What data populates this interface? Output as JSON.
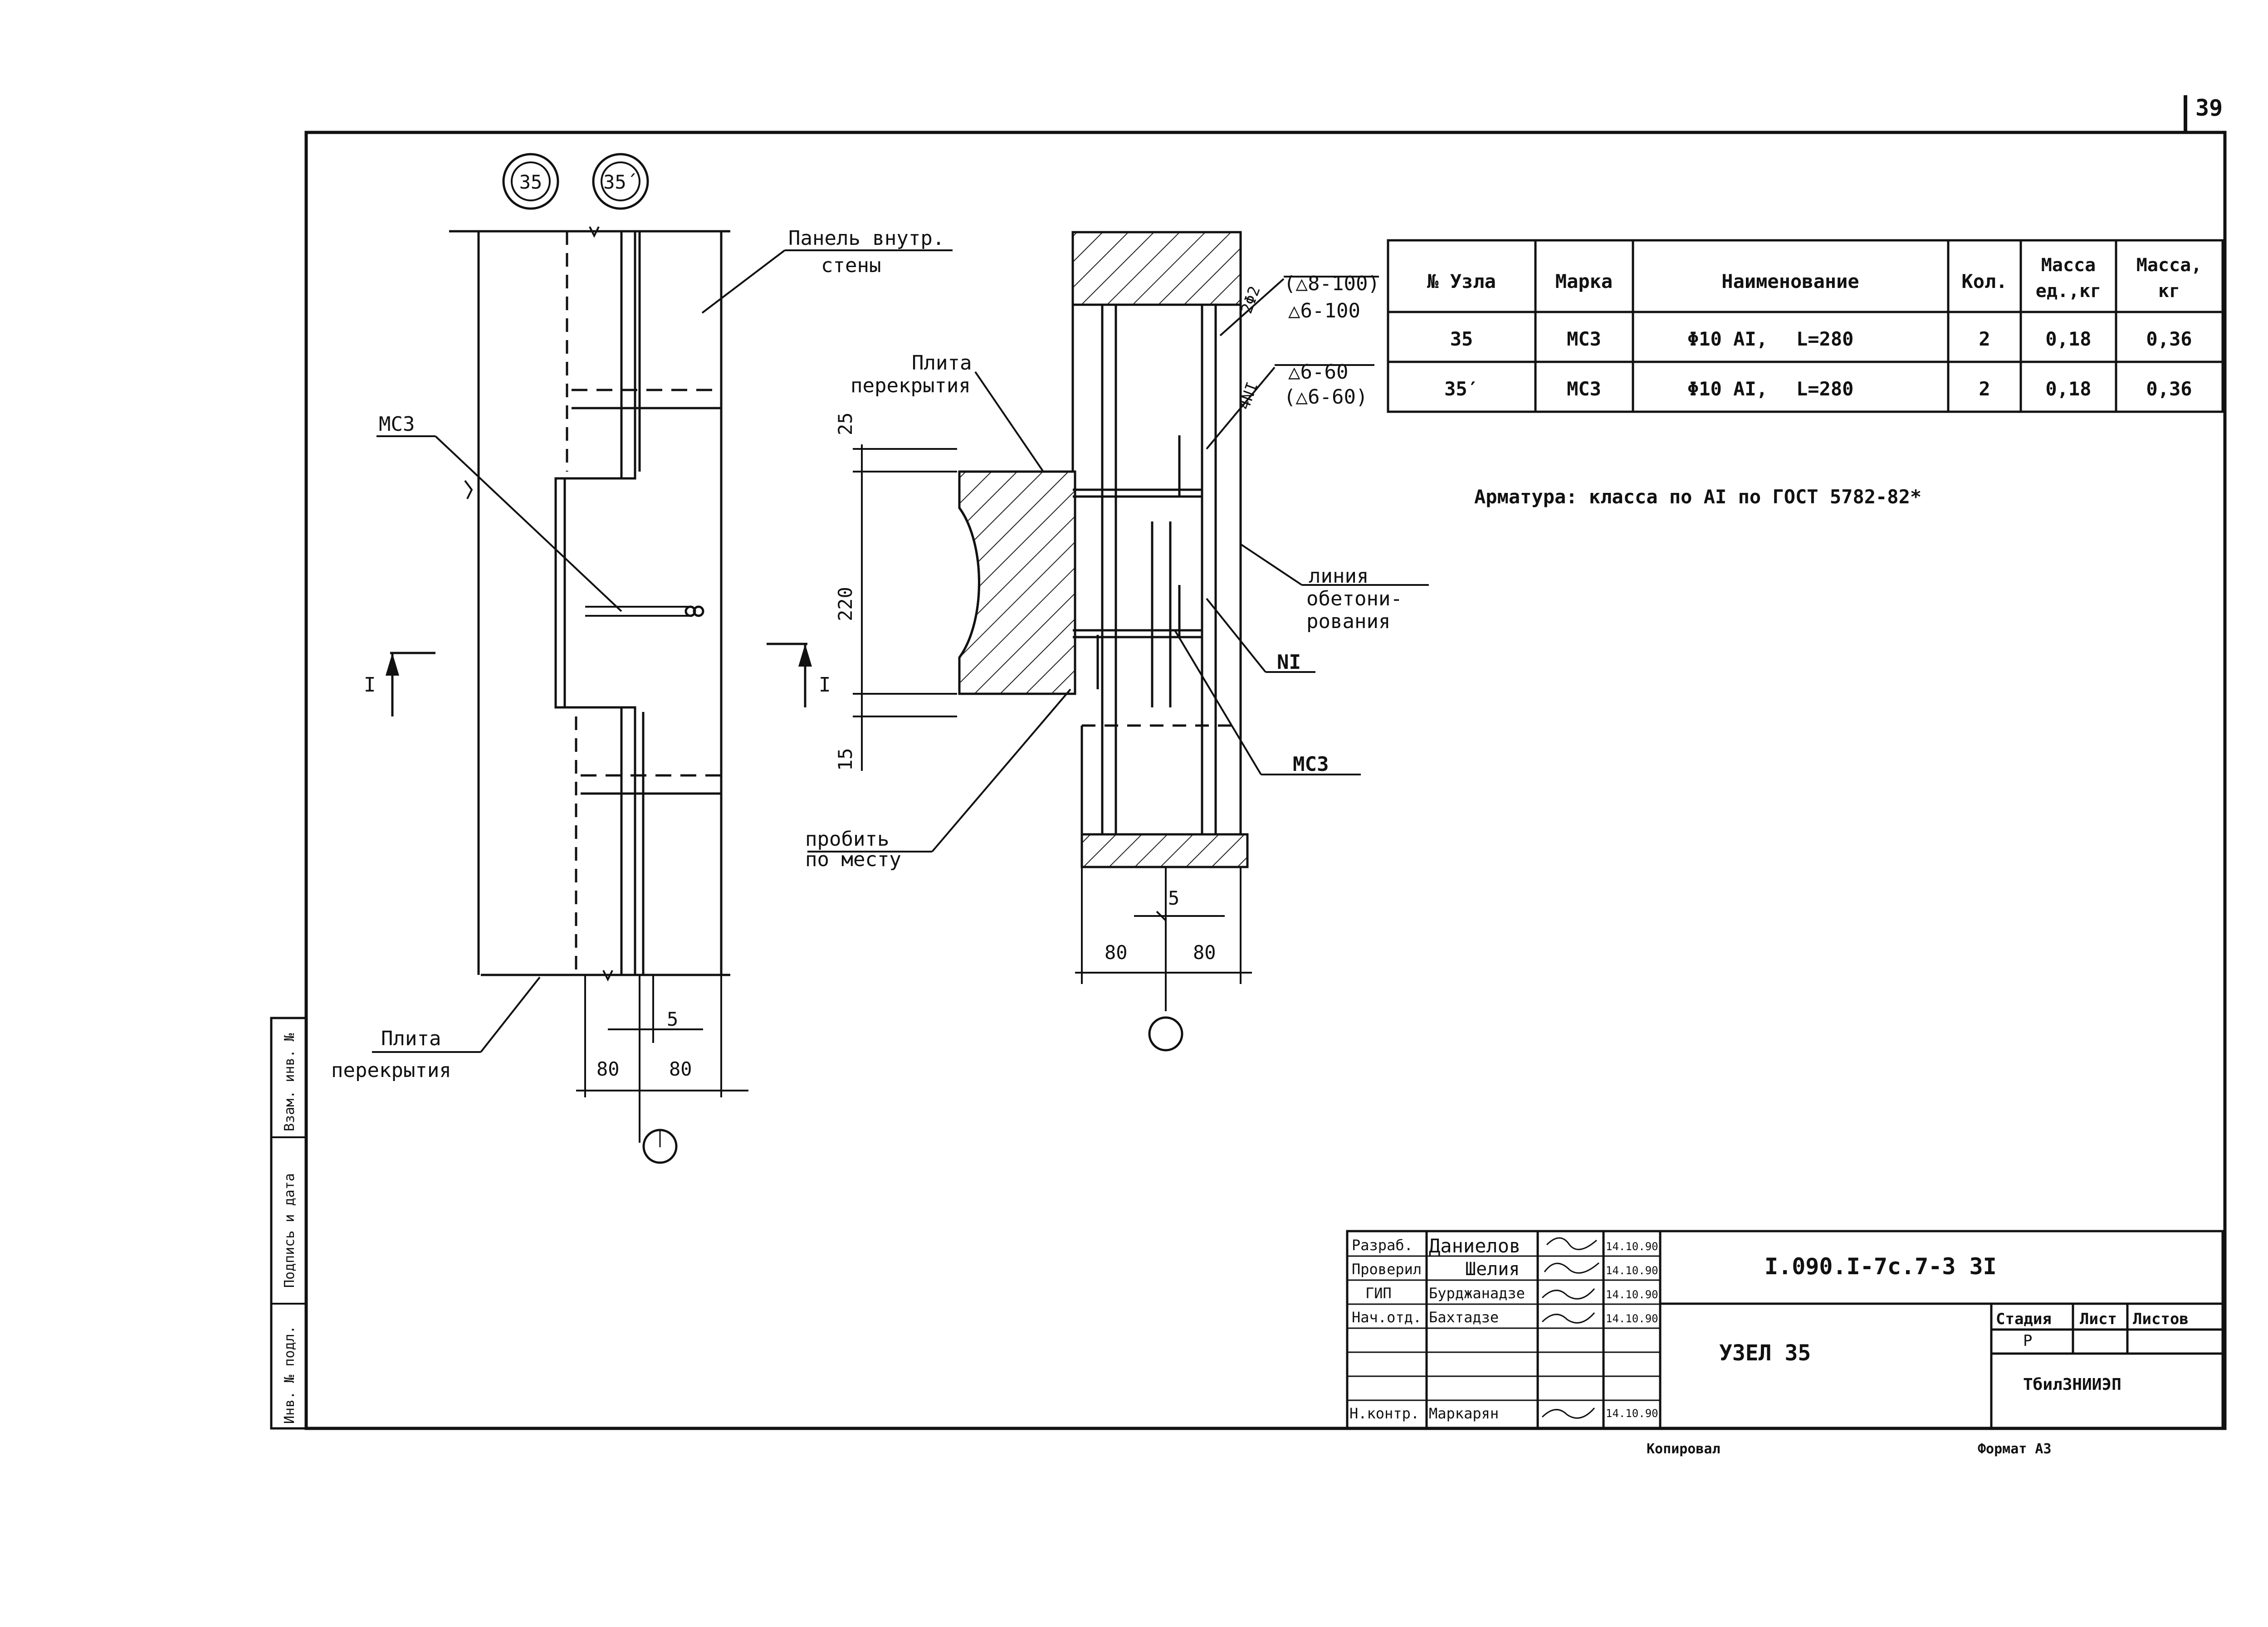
{
  "page_number": "39",
  "node_marks": {
    "left": "35",
    "right": "35",
    "right_prime": "´"
  },
  "left_view": {
    "panel_label_1": "Панель внутр.",
    "panel_label_2": "стены",
    "mc3_label": "МС3",
    "section_mark": "I",
    "slab_label_1": "Плита",
    "slab_label_2": "перекрытия",
    "dim_offset": "5",
    "dim_left": "80",
    "dim_right": "80"
  },
  "right_view": {
    "slab_label_1": "Плита",
    "slab_label_2": "перекрытия",
    "weld_top_1": "2Φ2",
    "weld_top_2": "(△8-100)",
    "weld_top_3": "△6-100",
    "weld_mid_1": "4NI",
    "weld_mid_2": "△6-60",
    "weld_mid_3": "(△6-60)",
    "dim_25": "25",
    "dim_220": "220",
    "dim_15": "15",
    "section_mark": "I",
    "concrete_line_1": "линия",
    "concrete_line_2": "обетони-",
    "concrete_line_3": "рования",
    "n1_label": "NI",
    "mc3_label": "МС3",
    "punch_label_1": "пробить",
    "punch_label_2": "по месту",
    "dim_offset": "5",
    "dim_left": "80",
    "dim_right": "80"
  },
  "spec_table": {
    "headers": [
      "№ Узла",
      "Марка",
      "Наименование",
      "Кол.",
      "Масса ед.,кг",
      "Масса, кг"
    ],
    "header_mass_unit_1": "Масса",
    "header_mass_unit_2": "ед.,кг",
    "header_mass_total_1": "Масса,",
    "header_mass_total_2": "кг",
    "rows": [
      {
        "node": "35",
        "mark": "МС3",
        "name": "Φ10 AI,",
        "length": "L=280",
        "qty": "2",
        "unit_mass": "0,18",
        "total_mass": "0,36"
      },
      {
        "node": "35′",
        "mark": "МС3",
        "name": "Φ10 AI,",
        "length": "L=280",
        "qty": "2",
        "unit_mass": "0,18",
        "total_mass": "0,36"
      }
    ]
  },
  "note": "Арматура: класса по AI по ГОСТ 5782-82*",
  "side_stamp": {
    "inv_zam": "Взам. инв. №",
    "sign_date": "Подпись и дата",
    "inv_podl": "Инв. № подл."
  },
  "title_block": {
    "signatories": [
      {
        "role": "Разраб.",
        "name": "Даниелов",
        "date": "14.10.90"
      },
      {
        "role": "Проверил",
        "name": "Шелия",
        "date": "14.10.90"
      },
      {
        "role": "ГИП",
        "name": "Бурджанадзе",
        "date": "14.10.90"
      },
      {
        "role": "Нач.отд.",
        "name": "Бахтадзе",
        "date": "14.10.90"
      },
      {
        "role": "",
        "name": "",
        "date": ""
      },
      {
        "role": "",
        "name": "",
        "date": ""
      },
      {
        "role": "",
        "name": "",
        "date": ""
      },
      {
        "role": "Н.контр.",
        "name": "Маркарян",
        "date": "14.10.90"
      }
    ],
    "doc_code": "I.090.I-7c.7-3 3I",
    "sheet_title": "УЗЕЛ 35",
    "stage_label": "Стадия",
    "sheet_label": "Лист",
    "sheets_label": "Листов",
    "stage_value": "Р",
    "organization": "ТбилЗНИИЭП"
  },
  "footer": {
    "copied": "Копировал",
    "format": "Формат А3"
  }
}
